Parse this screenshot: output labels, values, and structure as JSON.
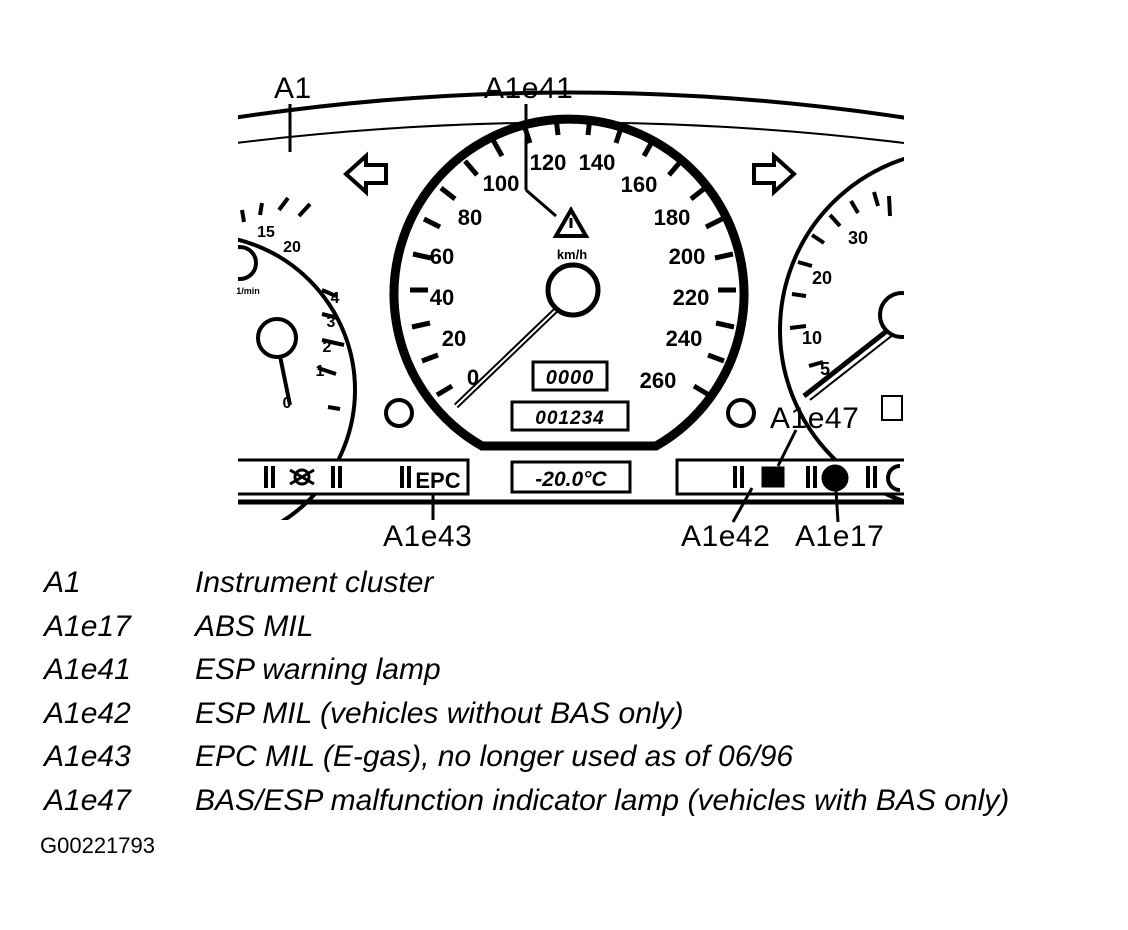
{
  "callouts": {
    "a1": "A1",
    "a1e41": "A1e41",
    "a1e47": "A1e47",
    "a1e43": "A1e43",
    "a1e42": "A1e42",
    "a1e17": "A1e17"
  },
  "cluster": {
    "speedo_ticks": [
      "0",
      "20",
      "40",
      "60",
      "80",
      "100",
      "120",
      "140",
      "160",
      "180",
      "200",
      "220",
      "240",
      "260"
    ],
    "speedo_unit": "km/h",
    "trip_odometer": "0000",
    "odometer": "001234",
    "temperature": "-20.0°C",
    "epc": "EPC",
    "tacho_ticks": [
      "0",
      "1",
      "2",
      "3",
      "4",
      "15",
      "20"
    ],
    "tacho_unit": "1/min",
    "right_gauge_ticks": [
      "5",
      "10",
      "20",
      "30"
    ]
  },
  "legend": [
    {
      "code": "A1",
      "desc": "Instrument cluster"
    },
    {
      "code": "A1e17",
      "desc": "ABS MIL"
    },
    {
      "code": "A1e41",
      "desc": "ESP warning lamp"
    },
    {
      "code": "A1e42",
      "desc": "ESP MIL (vehicles without BAS only)"
    },
    {
      "code": "A1e43",
      "desc": "EPC MIL (E-gas), no longer used as of 06/96"
    },
    {
      "code": "A1e47",
      "desc": "BAS/ESP malfunction indicator lamp (vehicles with BAS only)"
    }
  ],
  "figure_id": "G00221793"
}
